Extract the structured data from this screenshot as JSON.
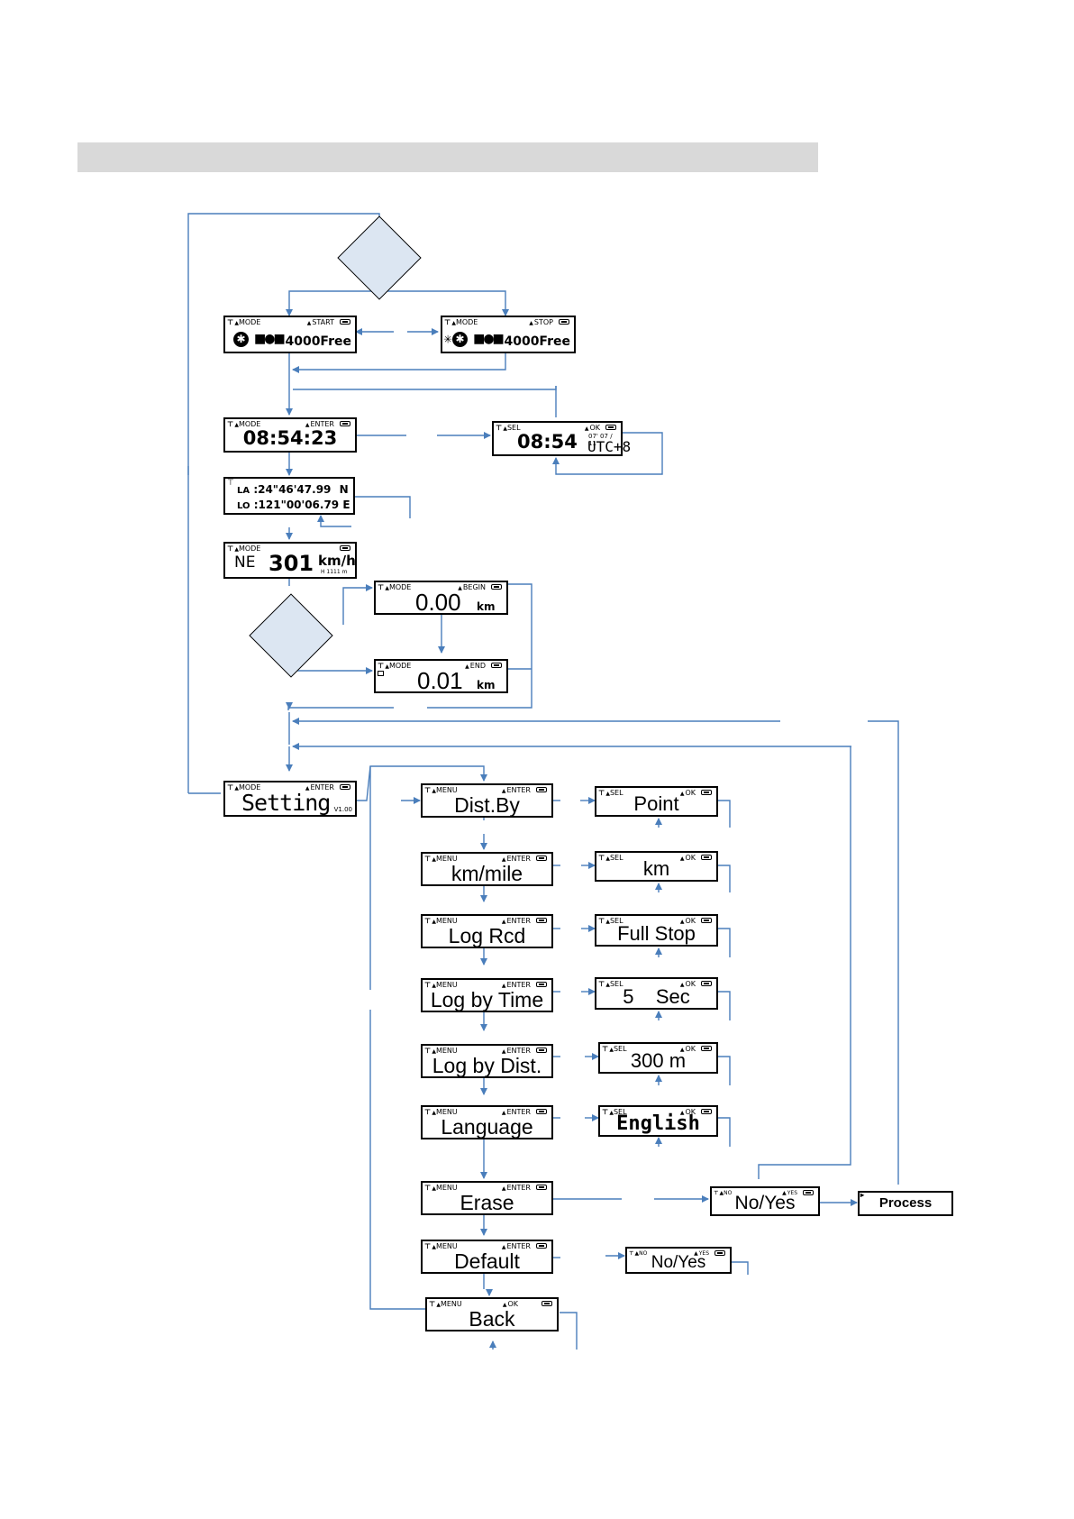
{
  "page": {
    "header_bar": ""
  },
  "screens": {
    "log_start": {
      "left": "MODE",
      "right": "START",
      "value": "4000Free"
    },
    "log_stop": {
      "left": "MODE",
      "right": "STOP",
      "value": "4000Free"
    },
    "clock": {
      "left": "MODE",
      "right": "ENTER",
      "value": "08:54:23"
    },
    "timezone": {
      "left": "SEL",
      "right": "OK",
      "value": "08:54",
      "date": "07' 07 / 11",
      "utc": "UTC+8"
    },
    "coords": {
      "lat_label": "LA",
      "lat": ":24\"46'47.99",
      "lat_dir": "N",
      "lon_label": "LO",
      "lon": ":121\"00'06.79",
      "lon_dir": "E"
    },
    "speed": {
      "left": "MODE",
      "dir": "NE",
      "value": "301",
      "unit": "km/h",
      "height": "H 1111 m"
    },
    "trip_begin": {
      "left": "MODE",
      "right": "BEGIN",
      "value": "0.00",
      "unit": "km"
    },
    "trip_end": {
      "left": "MODE",
      "right": "END",
      "value": "0.01",
      "unit": "km"
    },
    "setting": {
      "left": "MODE",
      "right": "ENTER",
      "value": "Setting",
      "version": "V1.00"
    }
  },
  "menu": [
    {
      "left": "MENU",
      "right": "ENTER",
      "label": "Dist.By",
      "opt_left": "SEL",
      "opt_right": "OK",
      "option": "Point"
    },
    {
      "left": "MENU",
      "right": "ENTER",
      "label": "km/mile",
      "opt_left": "SEL",
      "opt_right": "OK",
      "option": "km"
    },
    {
      "left": "MENU",
      "right": "ENTER",
      "label": "Log Rcd",
      "opt_left": "SEL",
      "opt_right": "OK",
      "option": "Full Stop"
    },
    {
      "left": "MENU",
      "right": "ENTER",
      "label": "Log by Time",
      "opt_left": "SEL",
      "opt_right": "OK",
      "option": "5    Sec"
    },
    {
      "left": "MENU",
      "right": "ENTER",
      "label": "Log by Dist.",
      "opt_left": "SEL",
      "opt_right": "OK",
      "option": "300 m"
    },
    {
      "left": "MENU",
      "right": "ENTER",
      "label": "Language",
      "opt_left": "SEL",
      "opt_right": "OK",
      "option": "English"
    },
    {
      "left": "MENU",
      "right": "ENTER",
      "label": "Erase",
      "opt_left": "NO",
      "opt_right": "YES",
      "option": "No/Yes"
    },
    {
      "left": "MENU",
      "right": "ENTER",
      "label": "Default",
      "opt_left": "NO",
      "opt_right": "YES",
      "option": "No/Yes"
    },
    {
      "left": "MENU",
      "right": "OK",
      "label": "Back"
    }
  ],
  "process_box": {
    "label": "Process"
  },
  "icons": [
    "bluetooth-icon",
    "satellite-icon",
    "battery-icon",
    "signal-icon"
  ],
  "colors": {
    "connector": "#4a7ebb",
    "decision_fill": "#dce6f2",
    "header_bar": "#d9d9d9"
  }
}
